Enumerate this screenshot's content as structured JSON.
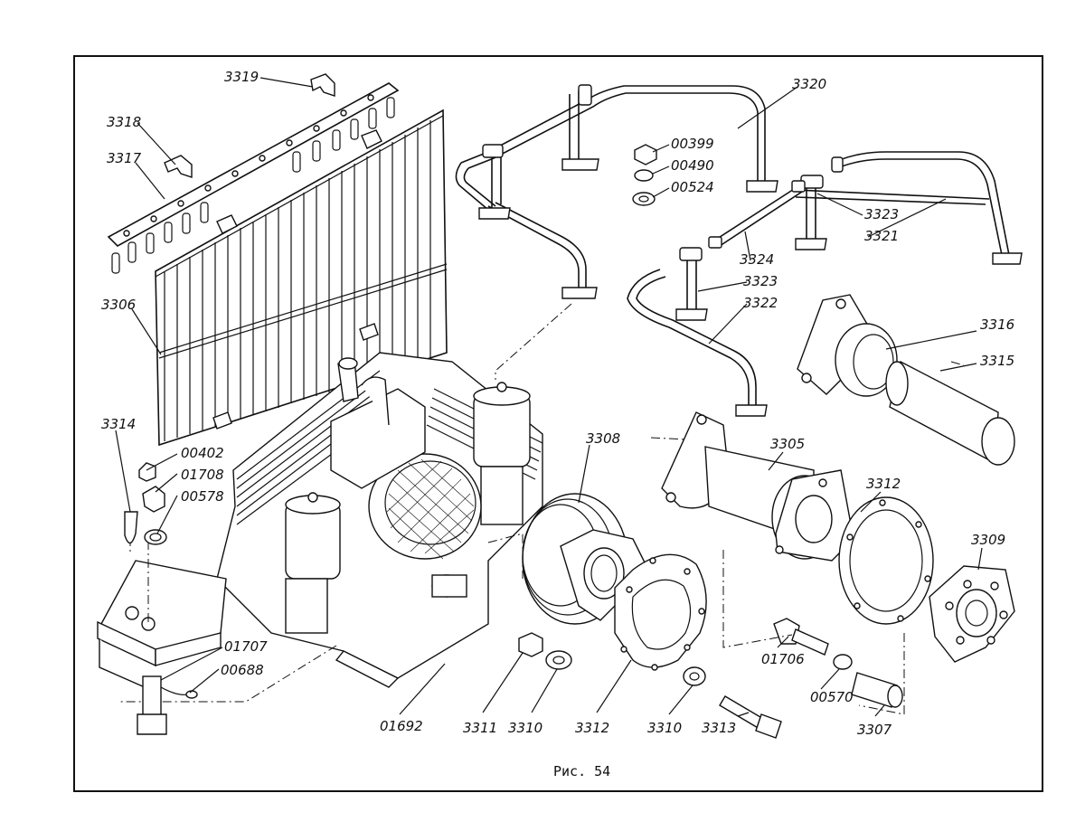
{
  "figure": {
    "caption": "Рис. 54"
  },
  "labels": {
    "l3319": "3319",
    "l3318": "3318",
    "l3317": "3317",
    "l3306": "3306",
    "l3314": "3314",
    "l00402": "00402",
    "l01708": "01708",
    "l00578": "00578",
    "l01707": "01707",
    "l00688": "00688",
    "l01692": "01692",
    "l3311": "3311",
    "l3310a": "3310",
    "l3312a": "3312",
    "l3310b": "3310",
    "l3313": "3313",
    "l3307": "3307",
    "l00570": "00570",
    "l01706": "01706",
    "l3309": "3309",
    "l3312b": "3312",
    "l3305": "3305",
    "l3308": "3308",
    "l3316": "3316",
    "l3315": "3315",
    "l3322": "3322",
    "l3323a": "3323",
    "l3324": "3324",
    "l3323b": "3323",
    "l3321": "3321",
    "l3320": "3320",
    "l00399": "00399",
    "l00490": "00490",
    "l00524": "00524"
  }
}
